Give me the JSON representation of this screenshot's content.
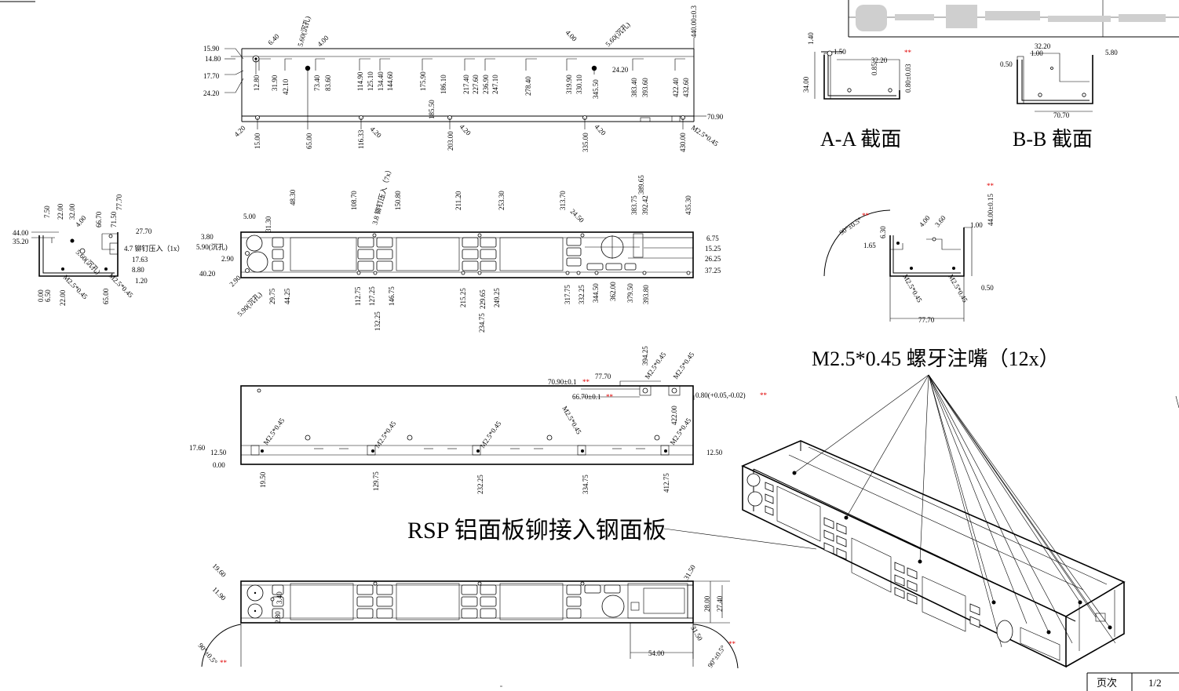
{
  "title_block": {
    "page_label": "页次",
    "page_value": "1/2"
  },
  "section_labels": {
    "aa": "A-A 截面",
    "bb": "B-B 截面"
  },
  "callouts": {
    "thread": "M2.5*0.45    螺牙注嘴（12x）",
    "rsp": "RSP 铝面板铆接入钢面板"
  },
  "top_view": {
    "left_dims": [
      "15.90",
      "14.80",
      "17.70",
      "24.20"
    ],
    "top_dims": [
      "12.80",
      "31.90",
      "42.10",
      "73.40",
      "83.60",
      "114.90",
      "125.10",
      "134.40",
      "144.60",
      "175.90",
      "186.10",
      "217.40",
      "227.60",
      "236.90",
      "247.10",
      "278.40",
      "319.90",
      "330.10",
      "345.50",
      "383.40",
      "393.60",
      "422.40",
      "432.60"
    ],
    "bottom_dims": [
      "15.00",
      "65.00",
      "116.33",
      "203.00",
      "335.00",
      "430.00"
    ],
    "mid_dims": [
      "185.50",
      "24.20"
    ],
    "symbols": [
      "6.40",
      "5.60(沉孔)",
      "4.00",
      "4.20",
      "4.20",
      "4.20",
      "4.20",
      "4.00",
      "5.60(沉孔)"
    ],
    "right_dims": [
      "440.00±0.3",
      "70.90",
      "M2.5*0.45"
    ]
  },
  "section_aa": {
    "dims": [
      "1.40",
      "1.50",
      "34.00",
      "32.20",
      "0.85",
      "0.80±0.03"
    ]
  },
  "section_bb": {
    "dims": [
      "32.20",
      "1.00",
      "0.50",
      "5.80",
      "70.70"
    ]
  },
  "side_left": {
    "dims": [
      "7.50",
      "22.00",
      "32.00",
      "66.70",
      "71.50",
      "77.70",
      "44.00",
      "35.20",
      "27.70",
      "17.63",
      "8.80",
      "1.20",
      "0.00",
      "6.50",
      "22.00",
      "65.00"
    ],
    "notes": [
      "4.00",
      "4.7 铆钉压入（1x）",
      "5.60(沉孔)",
      "M2.5*0.45",
      "M2.5*0.45"
    ]
  },
  "front_view": {
    "top_dims": [
      "48.30",
      "108.70",
      "150.80",
      "211.20",
      "253.30",
      "313.70",
      "383.75",
      "389.65",
      "392.42",
      "435.30"
    ],
    "left_dims": [
      "5.00",
      "3.80",
      "40.20"
    ],
    "right_dims": [
      "6.75",
      "15.25",
      "26.25",
      "37.25"
    ],
    "bottom_dims": [
      "29.75",
      "44.25",
      "112.75",
      "127.25",
      "132.25",
      "146.75",
      "215.25",
      "229.65",
      "234.75",
      "249.25",
      "317.75",
      "332.25",
      "344.50",
      "362.00",
      "379.50",
      "393.80"
    ],
    "notes": [
      "31.30",
      "5.90(沉孔)",
      "2.90",
      "2.90",
      "5.90(沉孔)",
      "3.8 铆钉压入（7x）",
      "24.50"
    ]
  },
  "right_section": {
    "dims": [
      "44.00±0.15",
      "6.30",
      "1.65",
      "4.00",
      "3.60",
      "1.00",
      "0.50",
      "77.70"
    ],
    "notes": [
      "90°±0.5°",
      "M2.5*0.45",
      "M2.5*0.45"
    ]
  },
  "bottom_view": {
    "top_dims": [
      "77.70",
      "394.25",
      "70.90±0.1",
      "66.70±0.1",
      "0.80(+0.05,-0.02)",
      "422.00"
    ],
    "left_dims": [
      "17.60",
      "12.50",
      "0.00"
    ],
    "right_dims": [
      "12.50"
    ],
    "bottom_dims": [
      "19.50",
      "129.75",
      "232.25",
      "334.75",
      "412.75"
    ],
    "thread_notes": [
      "M2.5*0.45",
      "M2.5*0.45",
      "M2.5*0.45",
      "M2.5*0.45",
      "M2.5*0.45",
      "M2.5*0.45",
      "M2.5*0.45"
    ]
  },
  "lower_front": {
    "dims": [
      "19.60",
      "11.90",
      "3.40",
      "2.80",
      "31.50",
      "28.00",
      "27.40",
      "31.50",
      "54.00"
    ],
    "angles": [
      "90°±0.5°",
      "90°±0.5°"
    ]
  },
  "red_marks": [
    "**",
    "**",
    "**",
    "**",
    "**",
    "**",
    "**",
    "**",
    "**"
  ]
}
